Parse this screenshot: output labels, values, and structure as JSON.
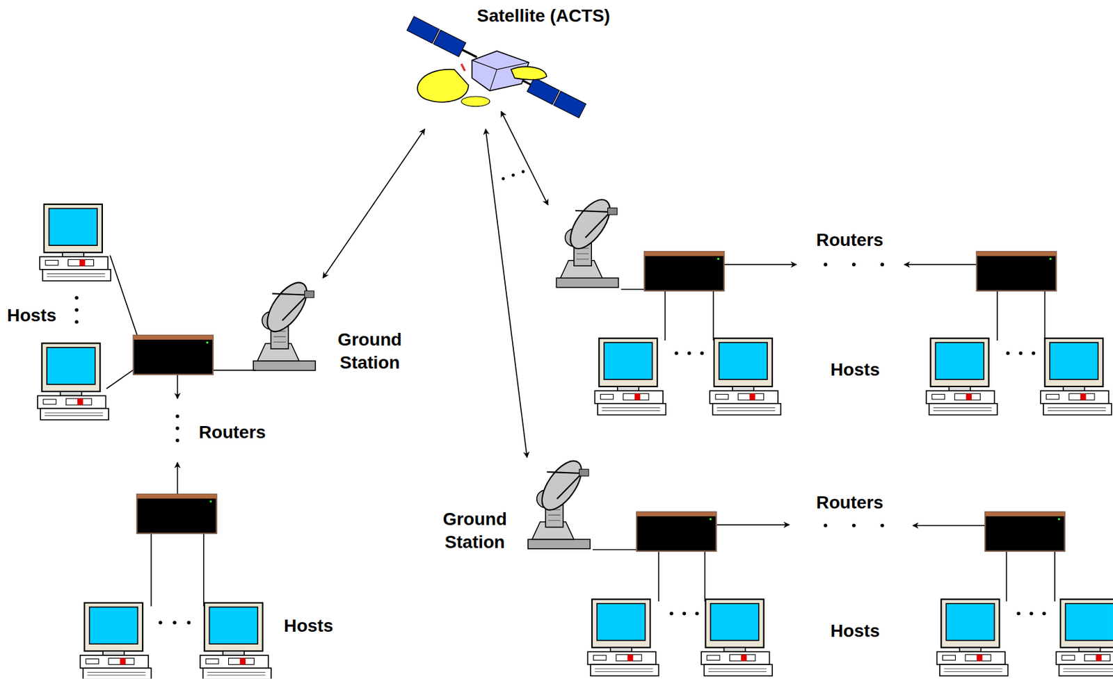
{
  "diagram": {
    "nodes": [
      {
        "text": [
          "Satellite (ACTS)"
        ]
      },
      {
        "text": [
          "Ground Station"
        ]
      },
      {
        "text": [
          "Ground Station"
        ]
      }
    ],
    "edges": [
      {
        "from": 0,
        "to": 1,
        "arrow": "both"
      },
      {
        "from": 0,
        "to": 2,
        "arrow": "both"
      }
    ],
    "labels": [
      "Hosts",
      "Routers",
      "Hosts",
      "Routers",
      "Hosts",
      "Routers",
      "Hosts"
    ]
  }
}
